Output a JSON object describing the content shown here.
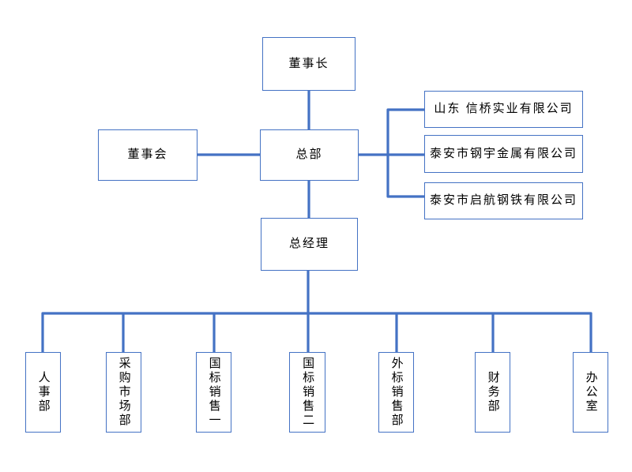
{
  "colors": {
    "accent_blue": "#4472C4",
    "text": "#000000",
    "background": "#FFFFFF"
  },
  "nodes": {
    "chairman": {
      "label": "董事长"
    },
    "board": {
      "label": "董事会"
    },
    "headquarters": {
      "label": "总部"
    },
    "general_manager": {
      "label": "总经理"
    },
    "companies": [
      {
        "label": "山东 信桥实业有限公司"
      },
      {
        "label": "泰安市钢宇金属有限公司"
      },
      {
        "label": "泰安市启航钢铁有限公司"
      }
    ],
    "departments": [
      {
        "label": "人事部"
      },
      {
        "label": "采购市场部"
      },
      {
        "label": "国标销售一"
      },
      {
        "label": "国标销售二"
      },
      {
        "label": "外标销售部"
      },
      {
        "label": "财务部"
      },
      {
        "label": "办公室"
      }
    ]
  }
}
